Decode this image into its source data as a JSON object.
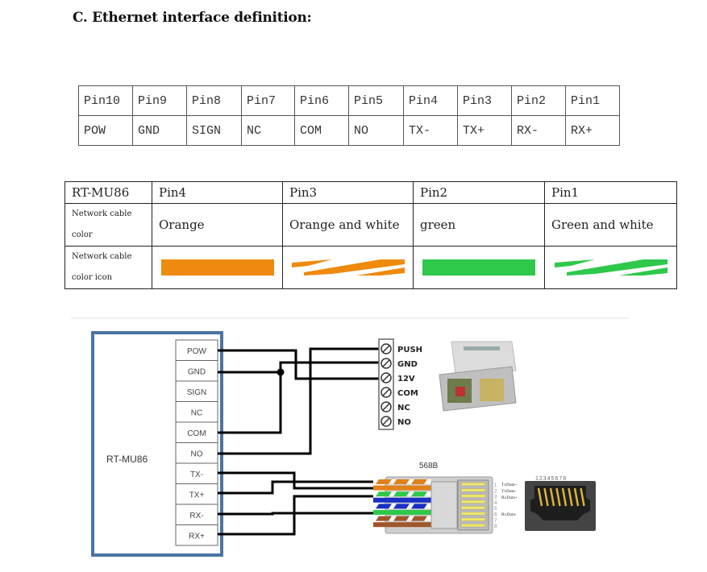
{
  "heading": "C.  Ethernet interface definition:",
  "pin_table": {
    "pins": [
      "Pin10",
      "Pin9",
      "Pin8",
      "Pin7",
      "Pin6",
      "Pin5",
      "Pin4",
      "Pin3",
      "Pin2",
      "Pin1"
    ],
    "signals": [
      "POW",
      "GND",
      "SIGN",
      "NC",
      "COM",
      "NO",
      "TX-",
      "TX+",
      "RX-",
      "RX+"
    ]
  },
  "cable_table": {
    "model": "RT-MU86",
    "pins": [
      "Pin4",
      "Pin3",
      "Pin2",
      "Pin1"
    ],
    "color_row_label_1": "Network cable",
    "color_row_label_2": "color",
    "icon_row_label_1": "Network cable",
    "icon_row_label_2": "color icon",
    "colors": [
      "Orange",
      "Orange and white",
      "green",
      "Green and white"
    ],
    "swatch_colors": {
      "orange": "#ee8a0e",
      "green": "#2ec84a"
    }
  },
  "diagram": {
    "device_label": "RT-MU86",
    "device_pins": [
      "POW",
      "GND",
      "SIGN",
      "NC",
      "COM",
      "NO",
      "TX-",
      "TX+",
      "RX-",
      "RX+"
    ],
    "lock_terminals": [
      "PUSH",
      "GND",
      "12V",
      "COM",
      "NC",
      "NO"
    ],
    "connector_label": "568B",
    "connector_pin_numbers": [
      "1",
      "2",
      "3",
      "4",
      "5",
      "6",
      "7",
      "8"
    ],
    "jack_pin_numbers": "12345678",
    "jack_labels": [
      "TxData+",
      "TxData-",
      "RxData+",
      "RxData-"
    ],
    "frame_color": "#4a74a4"
  }
}
